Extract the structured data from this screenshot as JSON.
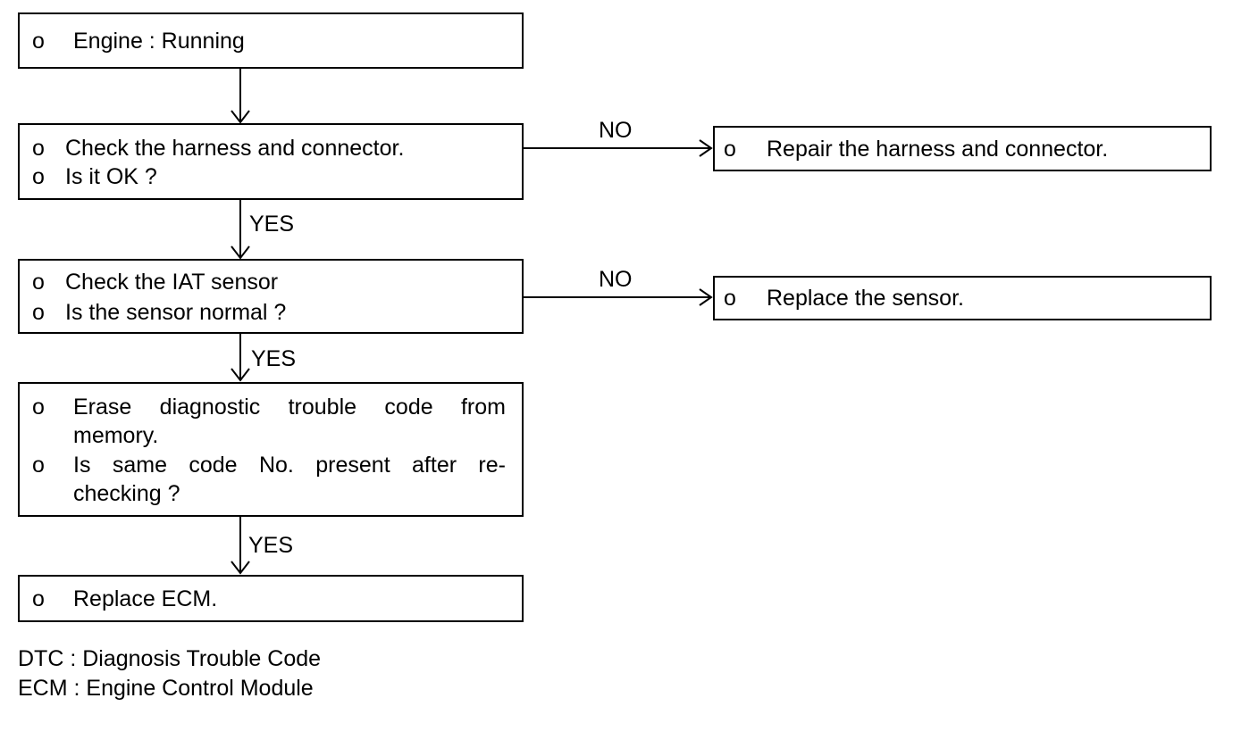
{
  "flow": {
    "bullet": "o",
    "step1": {
      "line1": "Engine : Running"
    },
    "step2": {
      "line1": "Check the harness and connector.",
      "line2": "Is it OK ?"
    },
    "step2_no": {
      "line1": "Repair the harness and connector."
    },
    "step3": {
      "line1": "Check the IAT sensor",
      "line2": "Is the sensor normal ?"
    },
    "step3_no": {
      "line1": "Replace the sensor."
    },
    "step4": {
      "line1": "Erase diagnostic trouble code from",
      "line2": "memory.",
      "line3": "Is same code No. present after re-",
      "line4": "checking ?"
    },
    "step5": {
      "line1": "Replace ECM."
    },
    "yes_label": "YES",
    "no_label": "NO"
  },
  "legend": {
    "line1": "DTC : Diagnosis Trouble Code",
    "line2": "ECM : Engine Control Module"
  }
}
